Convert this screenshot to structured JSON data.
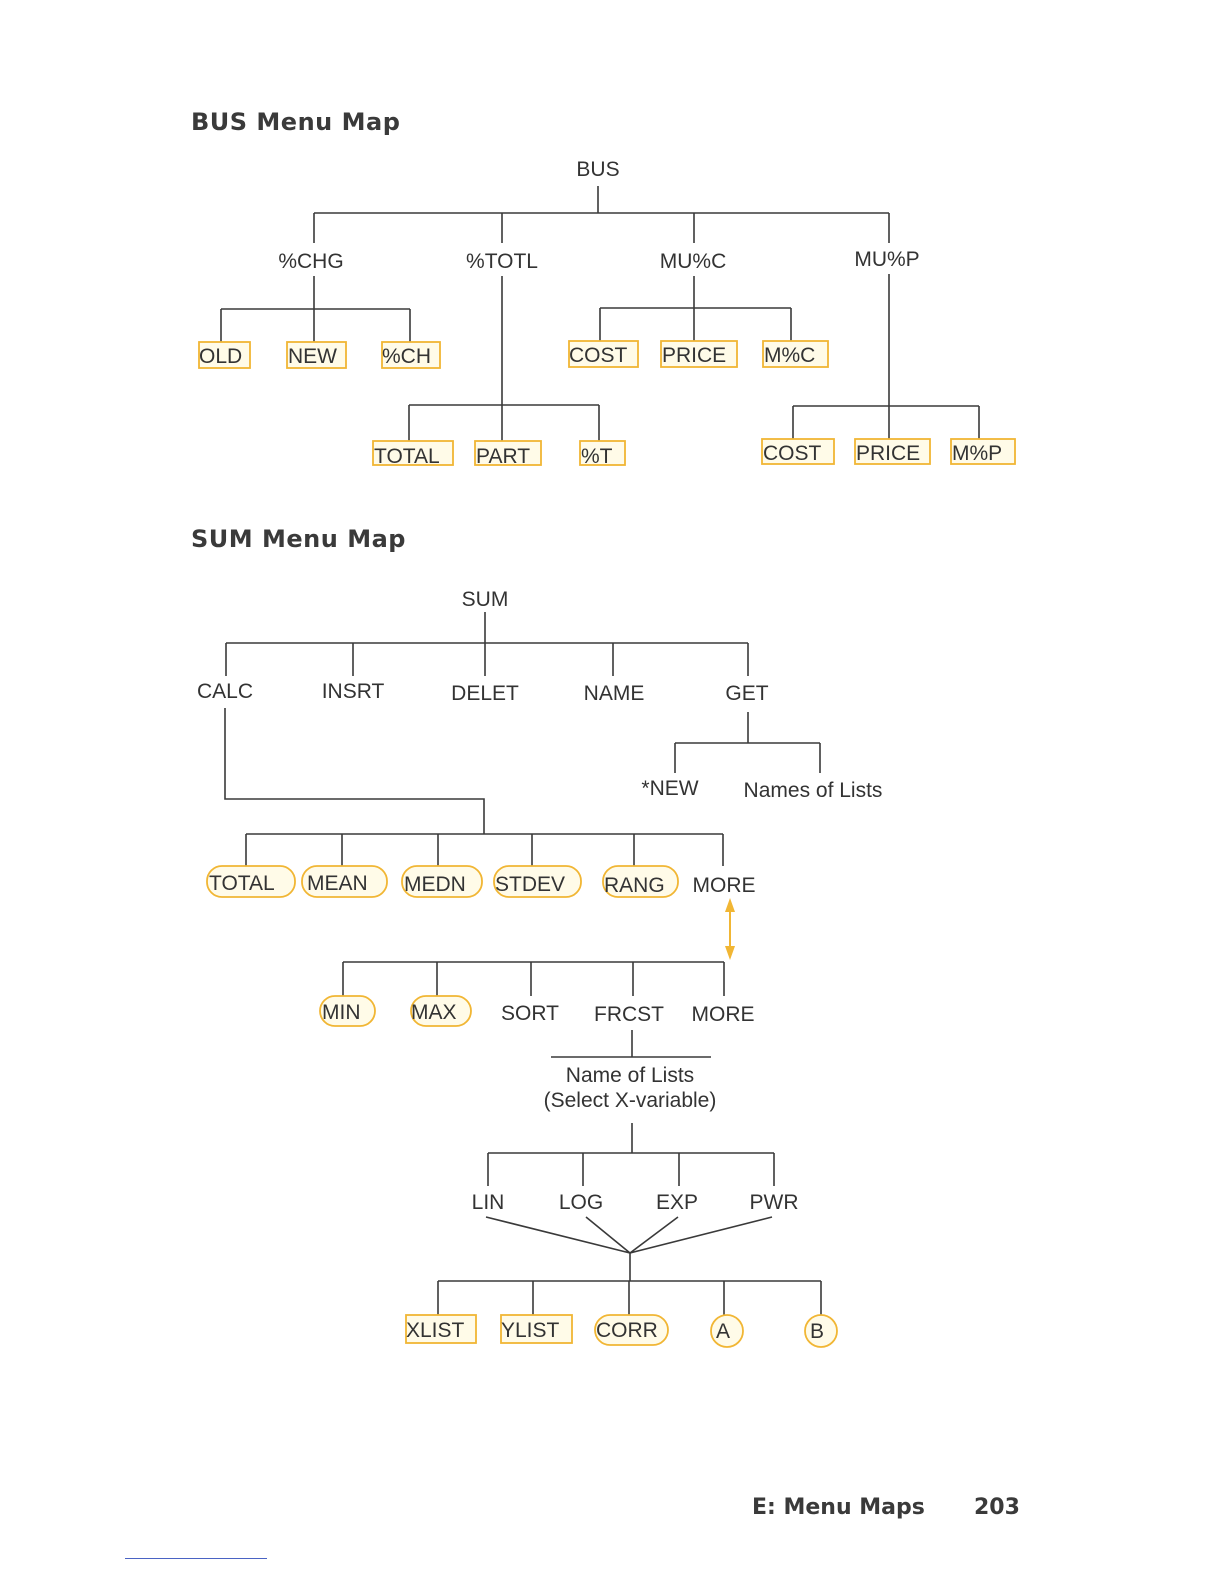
{
  "bus": {
    "heading": "BUS Menu Map",
    "root": "BUS",
    "branches": {
      "chg": {
        "label": "%CHG",
        "keys": [
          "OLD",
          "NEW",
          "%CH"
        ]
      },
      "totl": {
        "label": "%TOTL",
        "keys": [
          "TOTAL",
          "PART",
          "%T"
        ]
      },
      "muc": {
        "label": "MU%C",
        "keys": [
          "COST",
          "PRICE",
          "M%C"
        ]
      },
      "mup": {
        "label": "MU%P",
        "keys": [
          "COST",
          "PRICE",
          "M%P"
        ]
      }
    }
  },
  "sum": {
    "heading": "SUM Menu Map",
    "root": "SUM",
    "top_menu": [
      "CALC",
      "INSRT",
      "DELET",
      "NAME",
      "GET"
    ],
    "get_options": [
      "*NEW",
      "Names of Lists"
    ],
    "calc_menu_1": [
      "TOTAL",
      "MEAN",
      "MEDN",
      "STDEV",
      "RANG",
      "MORE"
    ],
    "calc_menu_2": [
      "MIN",
      "MAX",
      "SORT",
      "FRCST",
      "MORE"
    ],
    "frcst_prompt_line1": "Name of Lists",
    "frcst_prompt_line2": "(Select X-variable)",
    "models": [
      "LIN",
      "LOG",
      "EXP",
      "PWR"
    ],
    "model_results": [
      "XLIST",
      "YLIST",
      "CORR",
      "A",
      "B"
    ]
  },
  "footer": {
    "section": "E: Menu Maps",
    "page": "203"
  },
  "colors": {
    "highlight": "#f1b634",
    "line": "#3a3a3a",
    "text": "#333333"
  }
}
